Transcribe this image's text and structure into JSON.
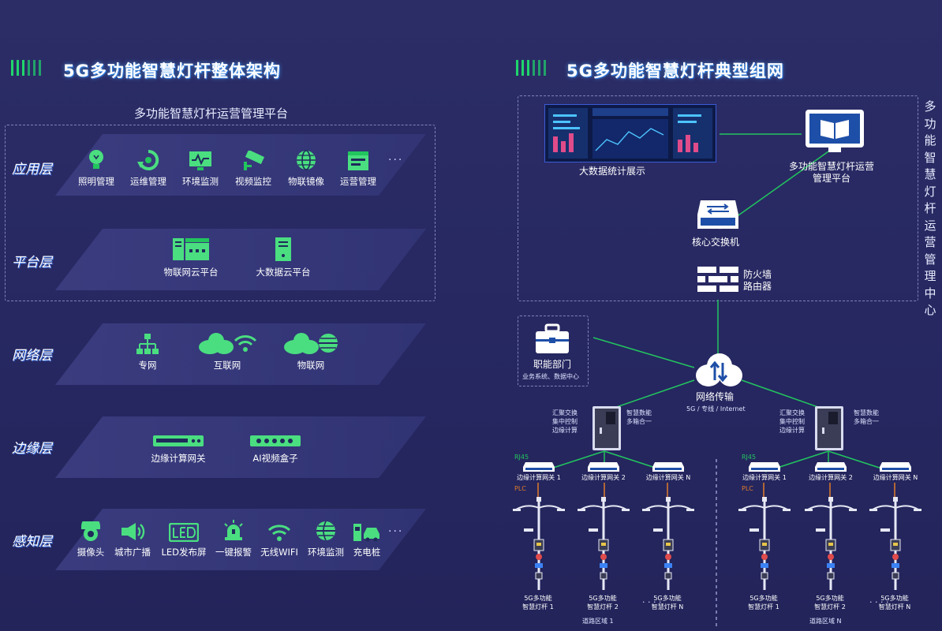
{
  "left": {
    "title": "5G多功能智慧灯杆整体架构",
    "platform_title": "多功能智慧灯杆运营管理平台",
    "layers": [
      {
        "name": "应用层",
        "items": [
          {
            "label": "照明管理",
            "icon": "lightbulb-icon"
          },
          {
            "label": "运维管理",
            "icon": "recycle-icon"
          },
          {
            "label": "环境监测",
            "icon": "monitor-wave-icon"
          },
          {
            "label": "视频监控",
            "icon": "cctv-camera-icon"
          },
          {
            "label": "物联镜像",
            "icon": "globe-icon"
          },
          {
            "label": "运营管理",
            "icon": "panel-icon"
          }
        ],
        "more": "···"
      },
      {
        "name": "平台层",
        "items": [
          {
            "label": "物联网云平台",
            "icon": "iot-platform-icon"
          },
          {
            "label": "大数据云平台",
            "icon": "server-icon"
          }
        ]
      },
      {
        "name": "网络层",
        "items": [
          {
            "label": "专网",
            "icon": "network-tree-icon"
          },
          {
            "label": "互联网",
            "icon": "cloud-wifi-icon"
          },
          {
            "label": "物联网",
            "icon": "cloud-globe-icon"
          }
        ]
      },
      {
        "name": "边缘层",
        "items": [
          {
            "label": "边缘计算网关",
            "icon": "gateway-icon"
          },
          {
            "label": "AI视频盒子",
            "icon": "video-box-icon"
          }
        ]
      },
      {
        "name": "感知层",
        "items": [
          {
            "label": "摄像头",
            "icon": "camera-icon"
          },
          {
            "label": "城市广播",
            "icon": "speaker-icon"
          },
          {
            "label": "LED发布屏",
            "icon": "led-screen-icon"
          },
          {
            "label": "一键报警",
            "icon": "alarm-icon"
          },
          {
            "label": "无线WIFI",
            "icon": "wifi-icon"
          },
          {
            "label": "环境监测",
            "icon": "env-globe-icon"
          },
          {
            "label": "充电桩",
            "icon": "charger-icon"
          }
        ],
        "more": "···"
      }
    ]
  },
  "right": {
    "title": "5G多功能智慧灯杆典型组网",
    "center_title": "多功能智慧灯杆运营管理中心",
    "nodes": {
      "bigdata": "大数据统计展示",
      "platform": "多功能智慧灯杆运营\n管理平台",
      "core_switch": "核心交换机",
      "firewall": "防火墙\n路由器",
      "department": "职能部门",
      "department_sub": "业务系统、数据中心",
      "network": "网络传输",
      "network_sub": "5G / 专线 / Internet",
      "agg_switch": "汇聚交换\n集中控制\n边缘计算",
      "smart_box": "智慧数能\n多箱合一",
      "rj45": "RJ45",
      "plc": "PLC",
      "gateways": [
        "边缘计算网关 1",
        "边缘计算网关 2",
        "边缘计算网关 N"
      ],
      "poles": [
        "5G多功能\n智慧灯杆 1",
        "5G多功能\n智慧灯杆 2",
        "5G多功能\n智慧灯杆 N"
      ],
      "region1": "道路区域 1",
      "regionN": "道路区域 N",
      "ellipsis": "· · · ·"
    }
  },
  "colors": {
    "accent": "#1fd66c",
    "line": "#22c55e",
    "plc": "#e07b2a",
    "bg": "#272862"
  }
}
